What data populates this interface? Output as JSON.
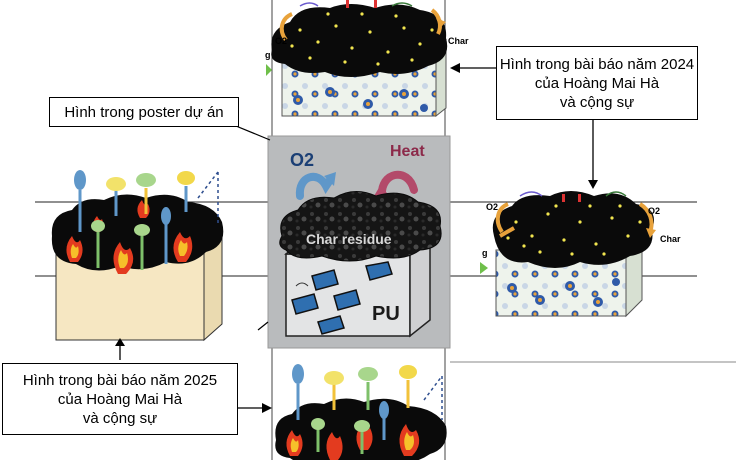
{
  "callouts": {
    "poster": "Hình trong poster dự án",
    "paper2024": [
      "Hình trong bài báo năm 2024",
      "của Hoàng Mai Hà",
      "và cộng sự"
    ],
    "paper2025": [
      "Hình trong bài báo năm 2025",
      "của Hoàng Mai Hà",
      "và cộng sự"
    ]
  },
  "figure_labels": {
    "o2": "O2",
    "heat": "Heat",
    "char_residue": "Char residue",
    "pu": "PU",
    "char": "Char",
    "o2_small": "O2",
    "g": "g"
  },
  "colors": {
    "char_black": "#0a0a0a",
    "foam_beige": "#f6e7c2",
    "poster_bg": "#b9bbbd",
    "o2_blue": "#5f97c9",
    "heat_red": "#b34a6a",
    "tile_blue": "#2f6fb0",
    "dot_yellow": "#f2e650",
    "arrow_orange": "#e8a23b"
  }
}
